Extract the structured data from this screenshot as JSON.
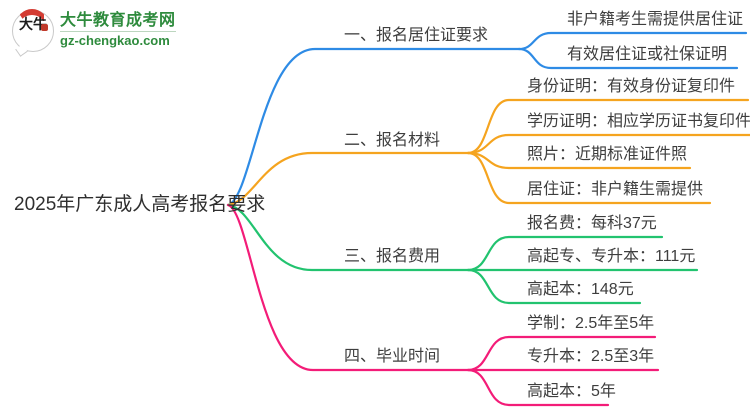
{
  "logo": {
    "icon_text": "大牛",
    "title": "大牛教育成考网",
    "subtitle": "gz-chengkao.com"
  },
  "root": {
    "label": "2025年广东成人高考报名要求"
  },
  "branches": [
    {
      "label": "一、报名居住证要求",
      "color": "#2e8be5",
      "leaves": [
        "非户籍考生需提供居住证",
        "有效居住证或社保证明"
      ]
    },
    {
      "label": "二、报名材料",
      "color": "#f5a41f",
      "leaves": [
        "身份证明：有效身份证复印件",
        "学历证明：相应学历证书复印件",
        "照片：近期标准证件照",
        "居住证：非户籍生需提供"
      ]
    },
    {
      "label": "三、报名费用",
      "color": "#22c36f",
      "leaves": [
        "报名费：每科37元",
        "高起专、专升本：111元",
        "高起本：148元"
      ]
    },
    {
      "label": "四、毕业时间",
      "color": "#f31c78",
      "leaves": [
        "学制：2.5年至5年",
        "专升本：2.5至3年",
        "高起本：5年"
      ]
    }
  ],
  "colors": {
    "brand_green": "#2e8b3d",
    "logo_red": "#d43c33",
    "text": "#3e3e3e",
    "branch_blue": "#2e8be5",
    "branch_orange": "#f5a41f",
    "branch_green": "#22c36f",
    "branch_pink": "#f31c78"
  }
}
